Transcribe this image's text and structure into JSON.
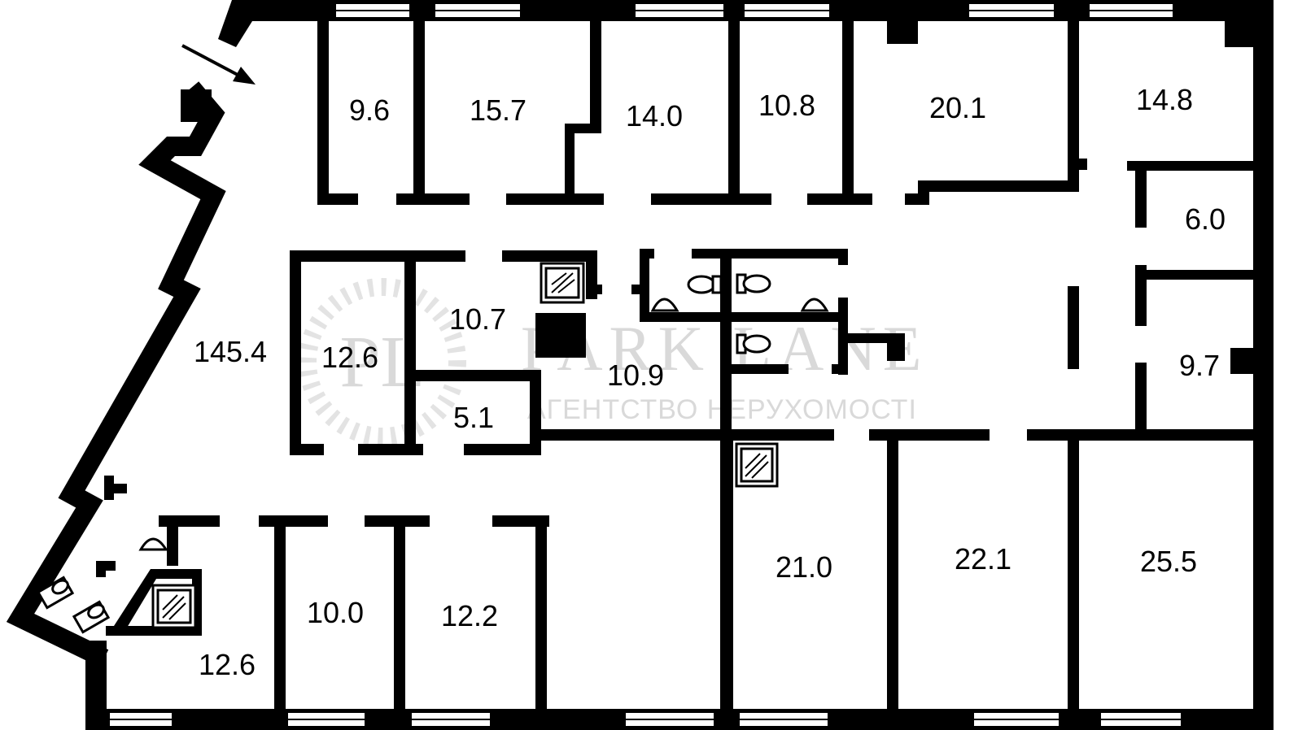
{
  "rooms": [
    {
      "id": "r1",
      "label": "9.6"
    },
    {
      "id": "r2",
      "label": "15.7"
    },
    {
      "id": "r3",
      "label": "14.0"
    },
    {
      "id": "r4",
      "label": "10.8"
    },
    {
      "id": "r5",
      "label": "20.1"
    },
    {
      "id": "r6",
      "label": "14.8"
    },
    {
      "id": "r7",
      "label": "6.0"
    },
    {
      "id": "r8",
      "label": "9.7"
    },
    {
      "id": "r9",
      "label": "145.4"
    },
    {
      "id": "r10",
      "label": "12.6"
    },
    {
      "id": "r11",
      "label": "10.7"
    },
    {
      "id": "r12",
      "label": "5.1"
    },
    {
      "id": "r13",
      "label": "10.9"
    },
    {
      "id": "r14",
      "label": "21.0"
    },
    {
      "id": "r15",
      "label": "22.1"
    },
    {
      "id": "r16",
      "label": "25.5"
    },
    {
      "id": "r17",
      "label": "10.0"
    },
    {
      "id": "r18",
      "label": "12.2"
    },
    {
      "id": "r19",
      "label": "12.6"
    }
  ],
  "watermark": {
    "logo": "PL",
    "brand": "PARK LANE",
    "tagline": "АГЕНТСТВО НЕРУХОМОСТІ"
  },
  "icons": [
    "entrance-arrow-icon",
    "toilet-icon",
    "sink-icon",
    "shower-icon"
  ]
}
